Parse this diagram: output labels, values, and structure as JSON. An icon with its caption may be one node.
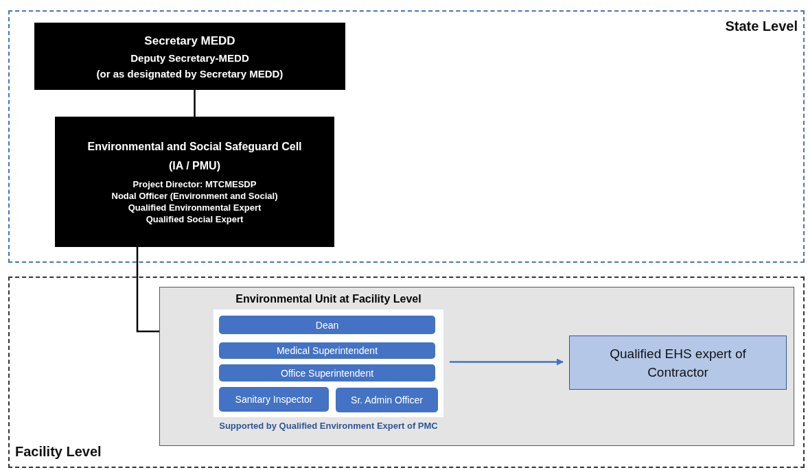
{
  "diagram": {
    "nodes": [
      {
        "text": [
          "State Level"
        ]
      },
      {
        "text": [
          "Secretary MEDD",
          "Deputy Secretary-MEDD",
          "(or as designated by Secretary MEDD)"
        ],
        "in": 0
      },
      {
        "text": [
          "Environmental and Social Safeguard Cell",
          "(IA / PMU)",
          "Project Director: MTCMESDP",
          "Nodal Officer (Environment and Social)",
          "Qualified Environmental Expert",
          "Qualified Social Expert"
        ],
        "in": 0
      },
      {
        "text": [
          "Facility Level"
        ]
      },
      {
        "text": [],
        "shape": "box",
        "in": 3
      },
      {
        "text": [
          "Environmental Unit at Facility Level"
        ],
        "beside": [
          "Supported by Qualified Environment Expert of PMC"
        ],
        "in": 4
      },
      {
        "text": [
          "Dean"
        ],
        "in": 5
      },
      {
        "text": [
          "Medical Superintendent"
        ],
        "in": 5
      },
      {
        "text": [
          "Office Superintendent"
        ],
        "in": 5
      },
      {
        "text": [
          "Sanitary Inspector"
        ],
        "in": 5
      },
      {
        "text": [
          "Sr. Admin Officer"
        ],
        "in": 5
      },
      {
        "text": [
          "Qualified EHS expert of Contractor"
        ],
        "in": 4
      }
    ],
    "edges": [
      {
        "from": 1,
        "to": 2,
        "arrow": "none"
      },
      {
        "from": 2,
        "to": 4,
        "arrow": "none"
      },
      {
        "from": 5,
        "to": 11,
        "arrow": "to",
        "color": "#4472c4"
      }
    ]
  }
}
